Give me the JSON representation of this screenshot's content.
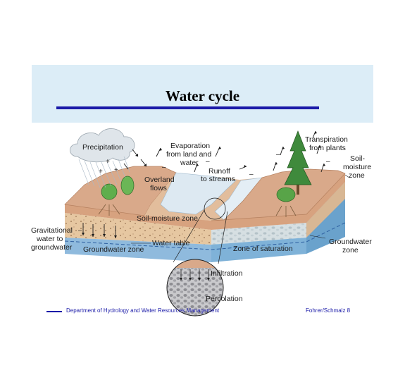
{
  "slide": {
    "title": "Water cycle"
  },
  "diagram": {
    "labels": {
      "precipitation": "Precipitation",
      "evaporation_1": "Evaporation",
      "evaporation_2": "from land and",
      "evaporation_3": "water",
      "runoff_1": "Runoff",
      "runoff_2": "to streams",
      "overland_1": "Overland",
      "overland_2": "flows",
      "transpiration_1": "Transpiration",
      "transpiration_2": "from plants",
      "soil_zone_1": "Soil-",
      "soil_zone_2": "moisture",
      "soil_zone_3": "zone",
      "soil_moisture_zone": "Soil-moisture zone",
      "gravitational_1": "Gravitational",
      "gravitational_2": "water to",
      "gravitational_3": "groundwater",
      "groundwater_zone": "Groundwater zone",
      "water_table": "Water table",
      "zone_of_saturation": "Zone of saturation",
      "groundwater_zone_right_1": "Groundwater",
      "groundwater_zone_right_2": "zone",
      "infiltration": "Infiltration",
      "percolation": "Percolation"
    }
  },
  "footer": {
    "department": "Department of Hydrology and Water Resources Management",
    "page": "Fohrer/Schmalz 8"
  },
  "colors": {
    "header_band": "#dcedf7",
    "title_rule": "#1a1aa8",
    "soil_surface": "#d9a98a",
    "soil_layer": "#e8c9a4",
    "groundwater": "#7fb2d8",
    "stream": "#dde9f2",
    "vegetation": "#4e9a46"
  }
}
